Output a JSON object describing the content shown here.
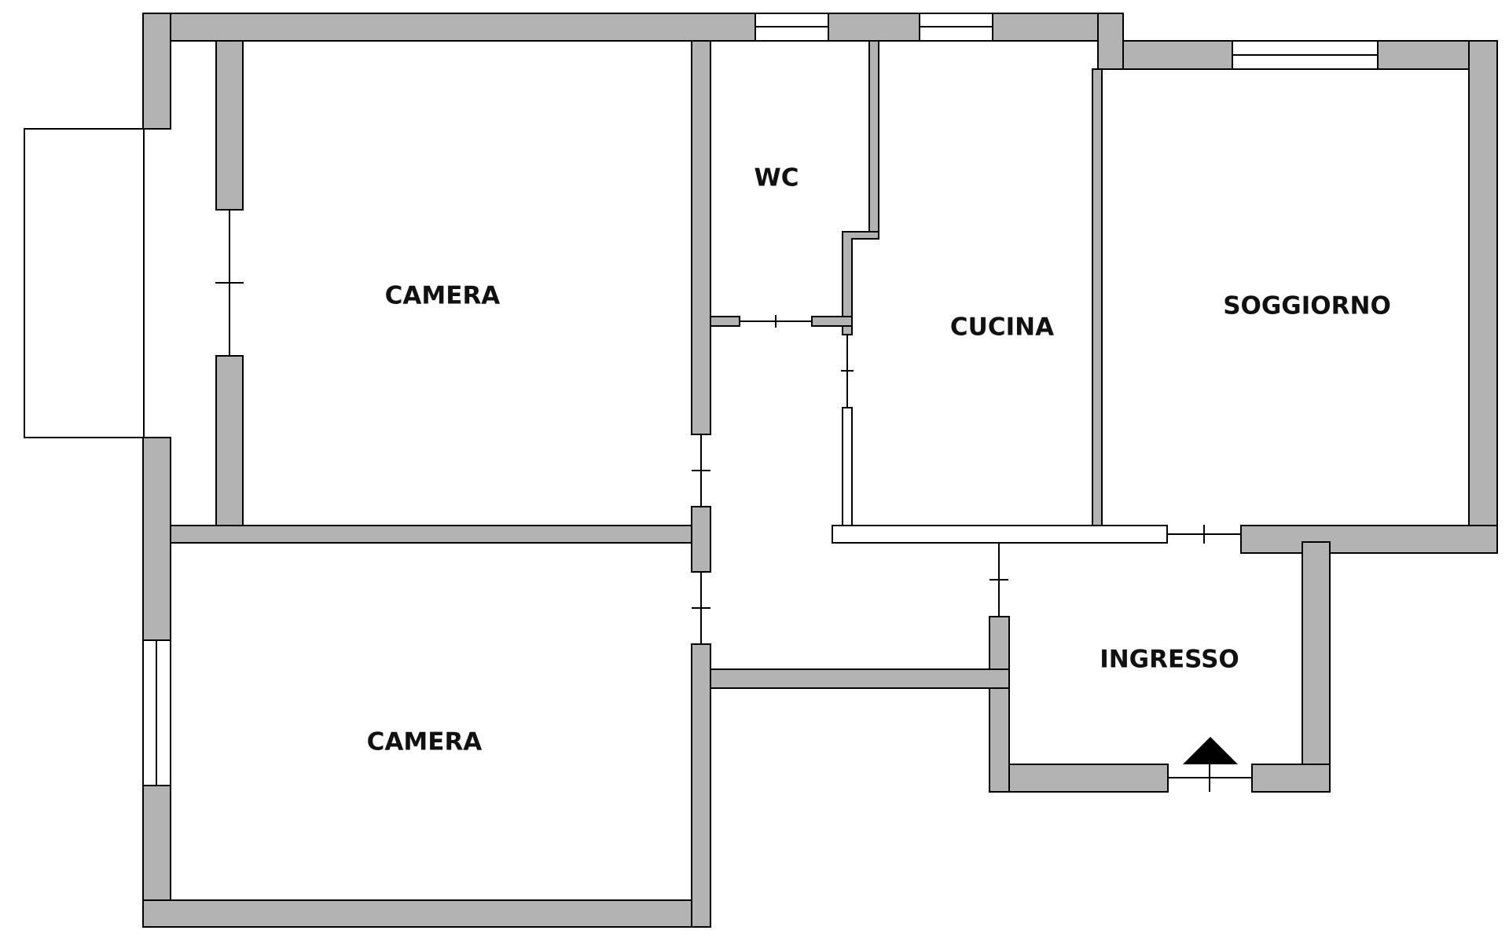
{
  "rooms": {
    "camera_top": "CAMERA",
    "camera_bottom": "CAMERA",
    "wc": "WC",
    "cucina": "CUCINA",
    "soggiorno": "SOGGIORNO",
    "ingresso": "INGRESSO"
  },
  "colors": {
    "wall": "#b3b3b3",
    "line": "#000000",
    "background": "#ffffff"
  },
  "icons": {
    "entrance": "entrance-arrow-icon"
  }
}
